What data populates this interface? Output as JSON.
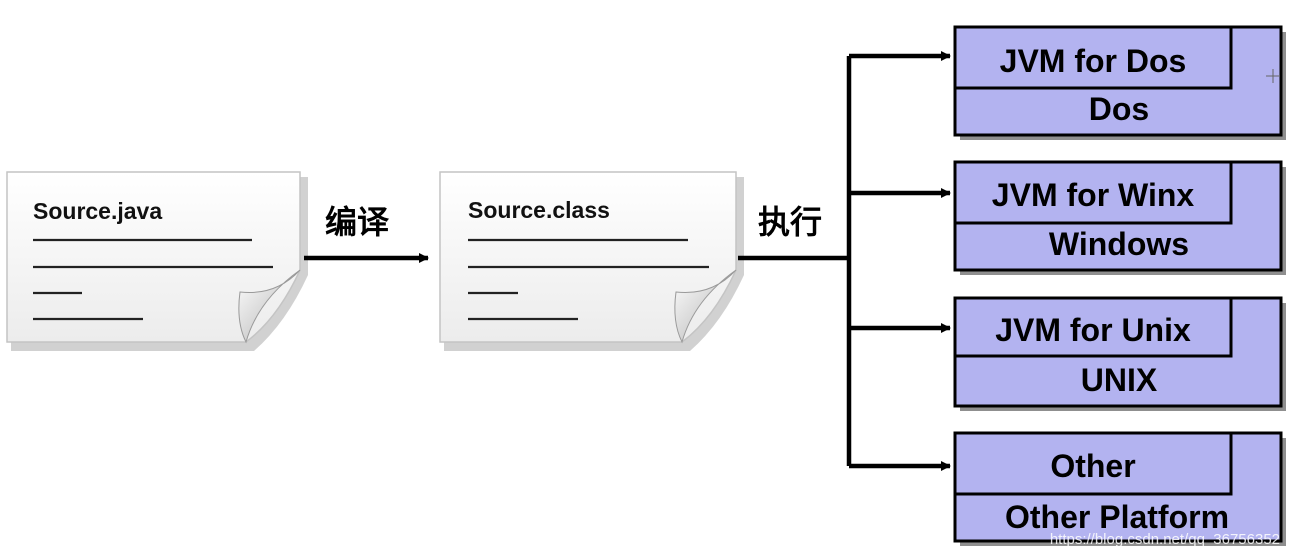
{
  "source_doc": {
    "title": "Source.java"
  },
  "compile_label": "编译",
  "class_doc": {
    "title": "Source.class"
  },
  "execute_label": "执行",
  "platforms": [
    {
      "jvm": "JVM for Dos",
      "os": "Dos"
    },
    {
      "jvm": "JVM for Winx",
      "os": "Windows"
    },
    {
      "jvm": "JVM for Unix",
      "os": "UNIX"
    },
    {
      "jvm": "Other",
      "os": "Other Platform"
    }
  ],
  "watermark": "https://blog.csdn.net/qq_36756352",
  "colors": {
    "box_fill": "#b3b3f0",
    "box_border": "#000000",
    "shadow": "#9a9a9a"
  }
}
